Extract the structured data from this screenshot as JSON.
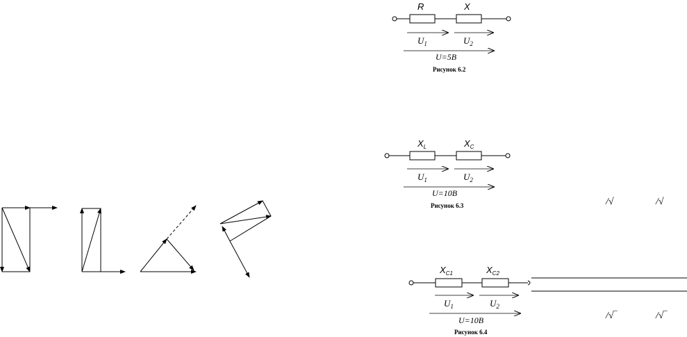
{
  "figure_2": {
    "caption": "Рисунок 6.2",
    "element_1": "R",
    "element_2": "X",
    "u1": "U",
    "u1_sub": "1",
    "u2": "U",
    "u2_sub": "2",
    "u_total": "U=5В"
  },
  "figure_3": {
    "caption": "Рисунок 6.3",
    "element_1": "X",
    "element_1_sub": "L",
    "element_2": "X",
    "element_2_sub": "C",
    "u1": "U",
    "u1_sub": "1",
    "u2": "U",
    "u2_sub": "2",
    "u_total": "U=10В"
  },
  "figure_4": {
    "caption": "Рисунок 6.4",
    "element_1": "X",
    "element_1_sub": "C1",
    "element_2": "X",
    "element_2_sub": "C2",
    "u1": "U",
    "u1_sub": "1",
    "u2": "U",
    "u2_sub": "2",
    "u_total": "U=10В"
  },
  "formula_fragments": {
    "row1_a": "/√",
    "row1_b": "/√",
    "row2_a": "/√‾",
    "row2_b": "/√‾"
  }
}
